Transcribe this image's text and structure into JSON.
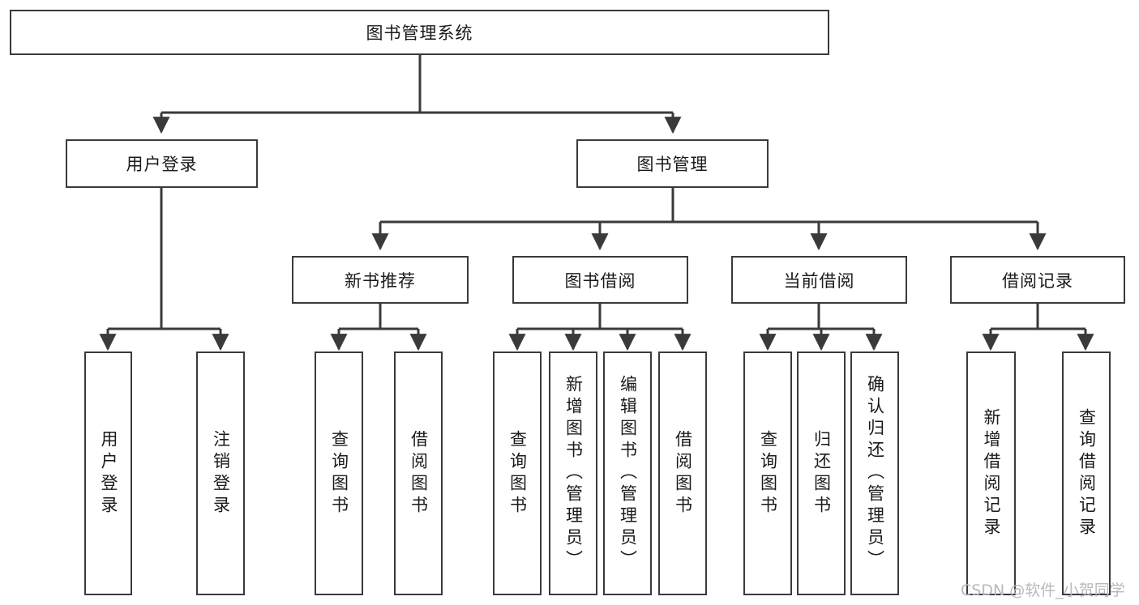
{
  "diagram": {
    "type": "tree-hierarchy",
    "title": "图书管理系统",
    "watermark": "CSDN @软件_小贺同学",
    "colors": {
      "stroke": "#3a3a3a",
      "fill": "#ffffff",
      "text": "#1a1a1a",
      "watermark": "#b9b9b9"
    },
    "root": {
      "label": "图书管理系统"
    },
    "level2": [
      {
        "label": "用户登录"
      },
      {
        "label": "图书管理"
      }
    ],
    "level3": [
      {
        "label": "新书推荐"
      },
      {
        "label": "图书借阅"
      },
      {
        "label": "当前借阅"
      },
      {
        "label": "借阅记录"
      }
    ],
    "leaves": {
      "user_login": [
        {
          "label": "用户登录"
        },
        {
          "label": "注销登录"
        }
      ],
      "new_book": [
        {
          "label": "查询图书"
        },
        {
          "label": "借阅图书"
        }
      ],
      "book_borrow": [
        {
          "label": "查询图书"
        },
        {
          "label": "新增图书（管理员）"
        },
        {
          "label": "编辑图书（管理员）"
        },
        {
          "label": "借阅图书"
        }
      ],
      "current_borrow": [
        {
          "label": "查询图书"
        },
        {
          "label": "归还图书"
        },
        {
          "label": "确认归还（管理员）"
        }
      ],
      "borrow_record": [
        {
          "label": "新增借阅记录"
        },
        {
          "label": "查询借阅记录"
        }
      ]
    }
  }
}
